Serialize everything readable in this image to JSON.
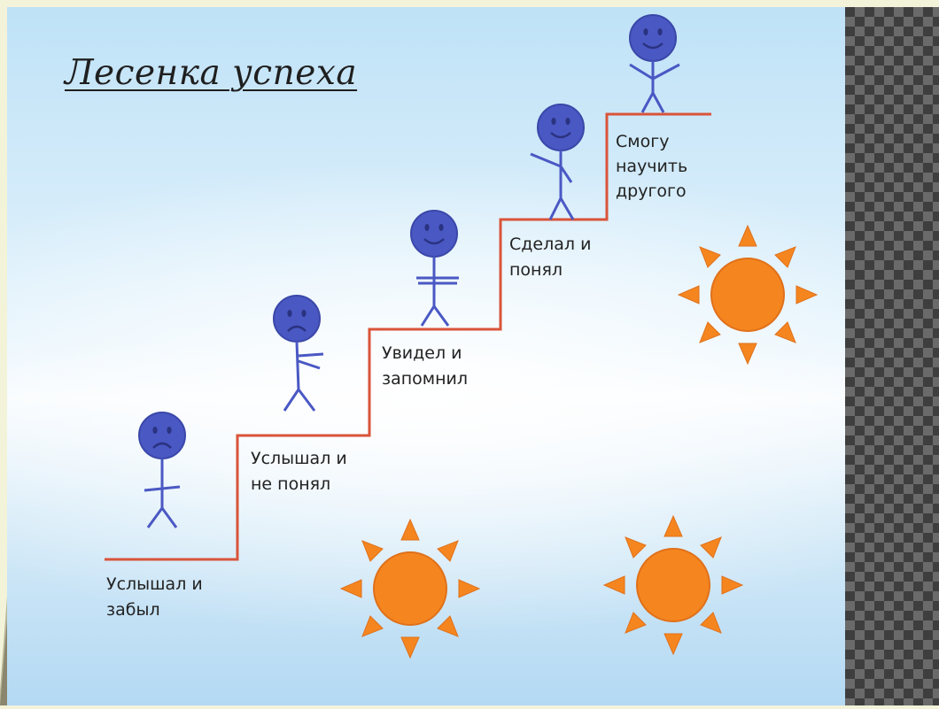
{
  "title": "Лесенка успеха",
  "steps": [
    {
      "line1": "Услышал и",
      "line2": "забыл",
      "mood": "sad"
    },
    {
      "line1": "Услышал и",
      "line2": "не понял",
      "mood": "sad"
    },
    {
      "line1": "Увидел и",
      "line2": "запомнил",
      "mood": "happy"
    },
    {
      "line1": "Сделал и",
      "line2": "понял",
      "mood": "happy"
    },
    {
      "line1": "Смогу",
      "line2": "научить",
      "line3": "другого",
      "mood": "happy"
    }
  ],
  "colors": {
    "figure": "#4a58c4",
    "stair": "#d9543a",
    "sun": "#f5861f",
    "sky": "#bfe2f7"
  },
  "icons": [
    "stick-figure-icon",
    "sun-icon"
  ]
}
